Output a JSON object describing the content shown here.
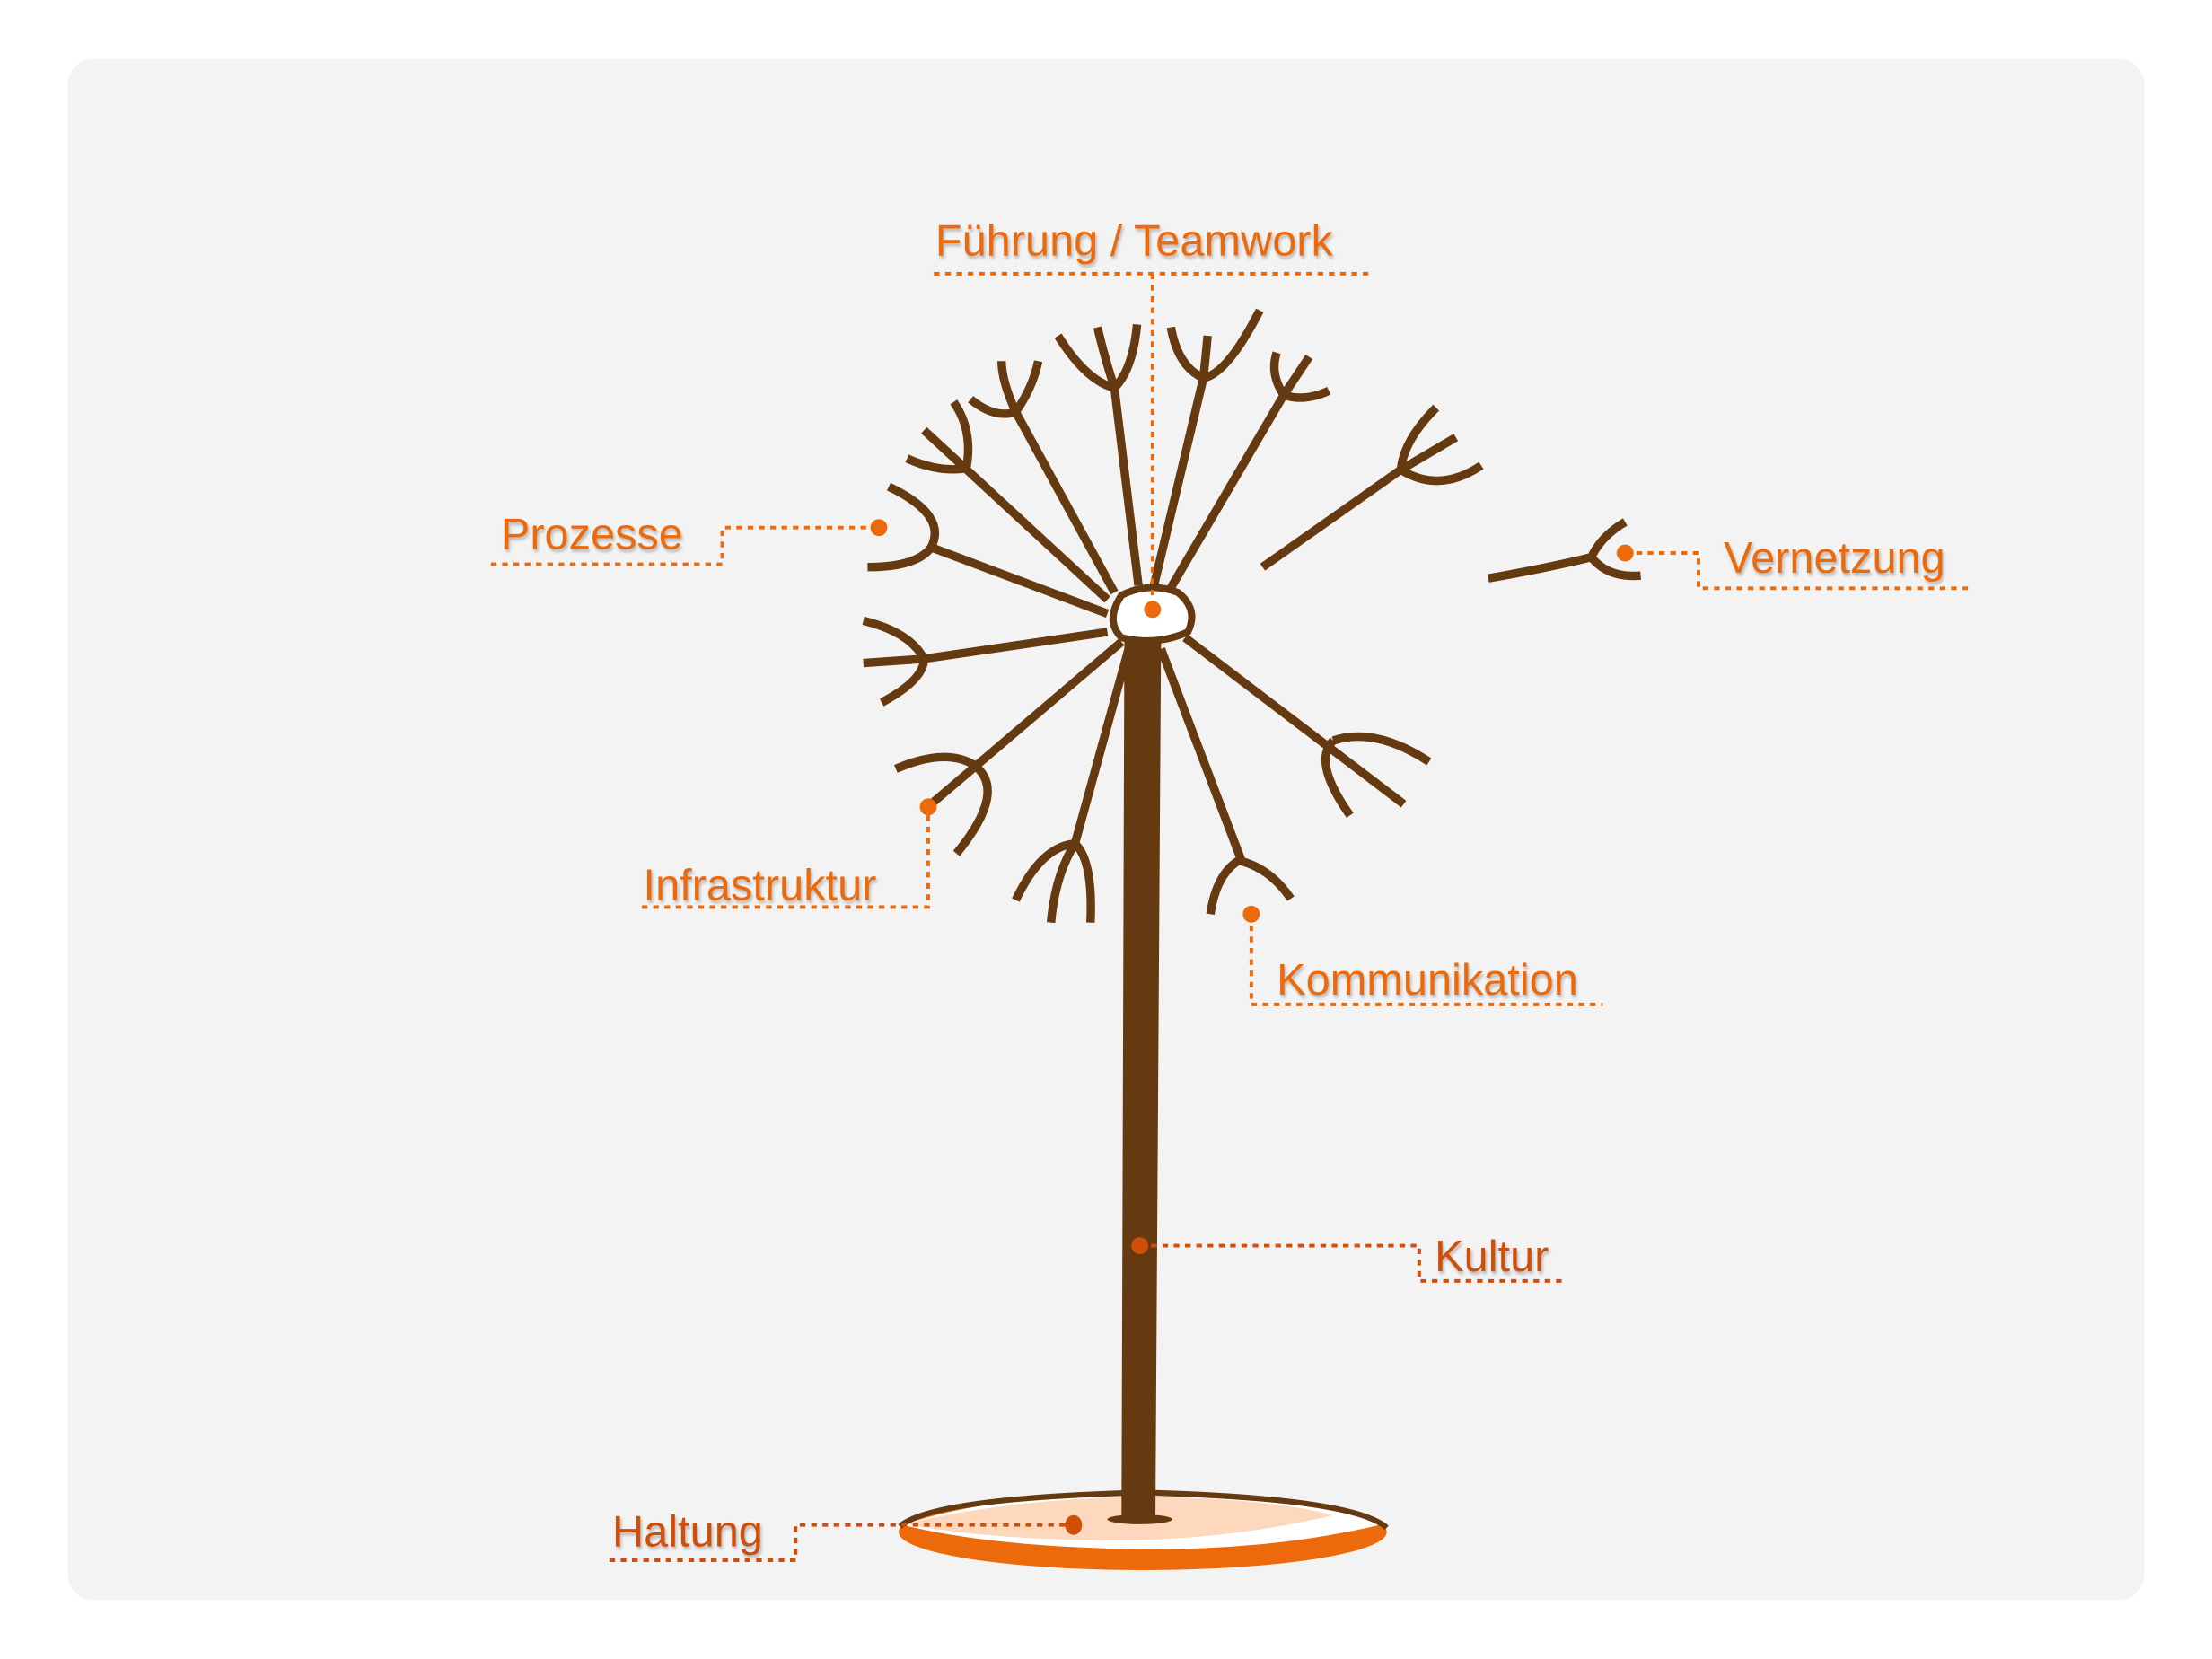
{
  "title": "Organisationsbaum",
  "labels": {
    "fuehrung": "Führung / Teamwork",
    "prozesse": "Prozesse",
    "vernetzung": "Vernetzung",
    "infrastruktur": "Infrastruktur",
    "kommunikation": "Kommunikation",
    "kultur": "Kultur",
    "haltung": "Haltung"
  },
  "colors": {
    "background": "#f3f3f3",
    "accent": "#ec6a0c",
    "accent_dark": "#cf4f08",
    "tree": "#663a10",
    "base_fill": "#fdd8bd"
  }
}
